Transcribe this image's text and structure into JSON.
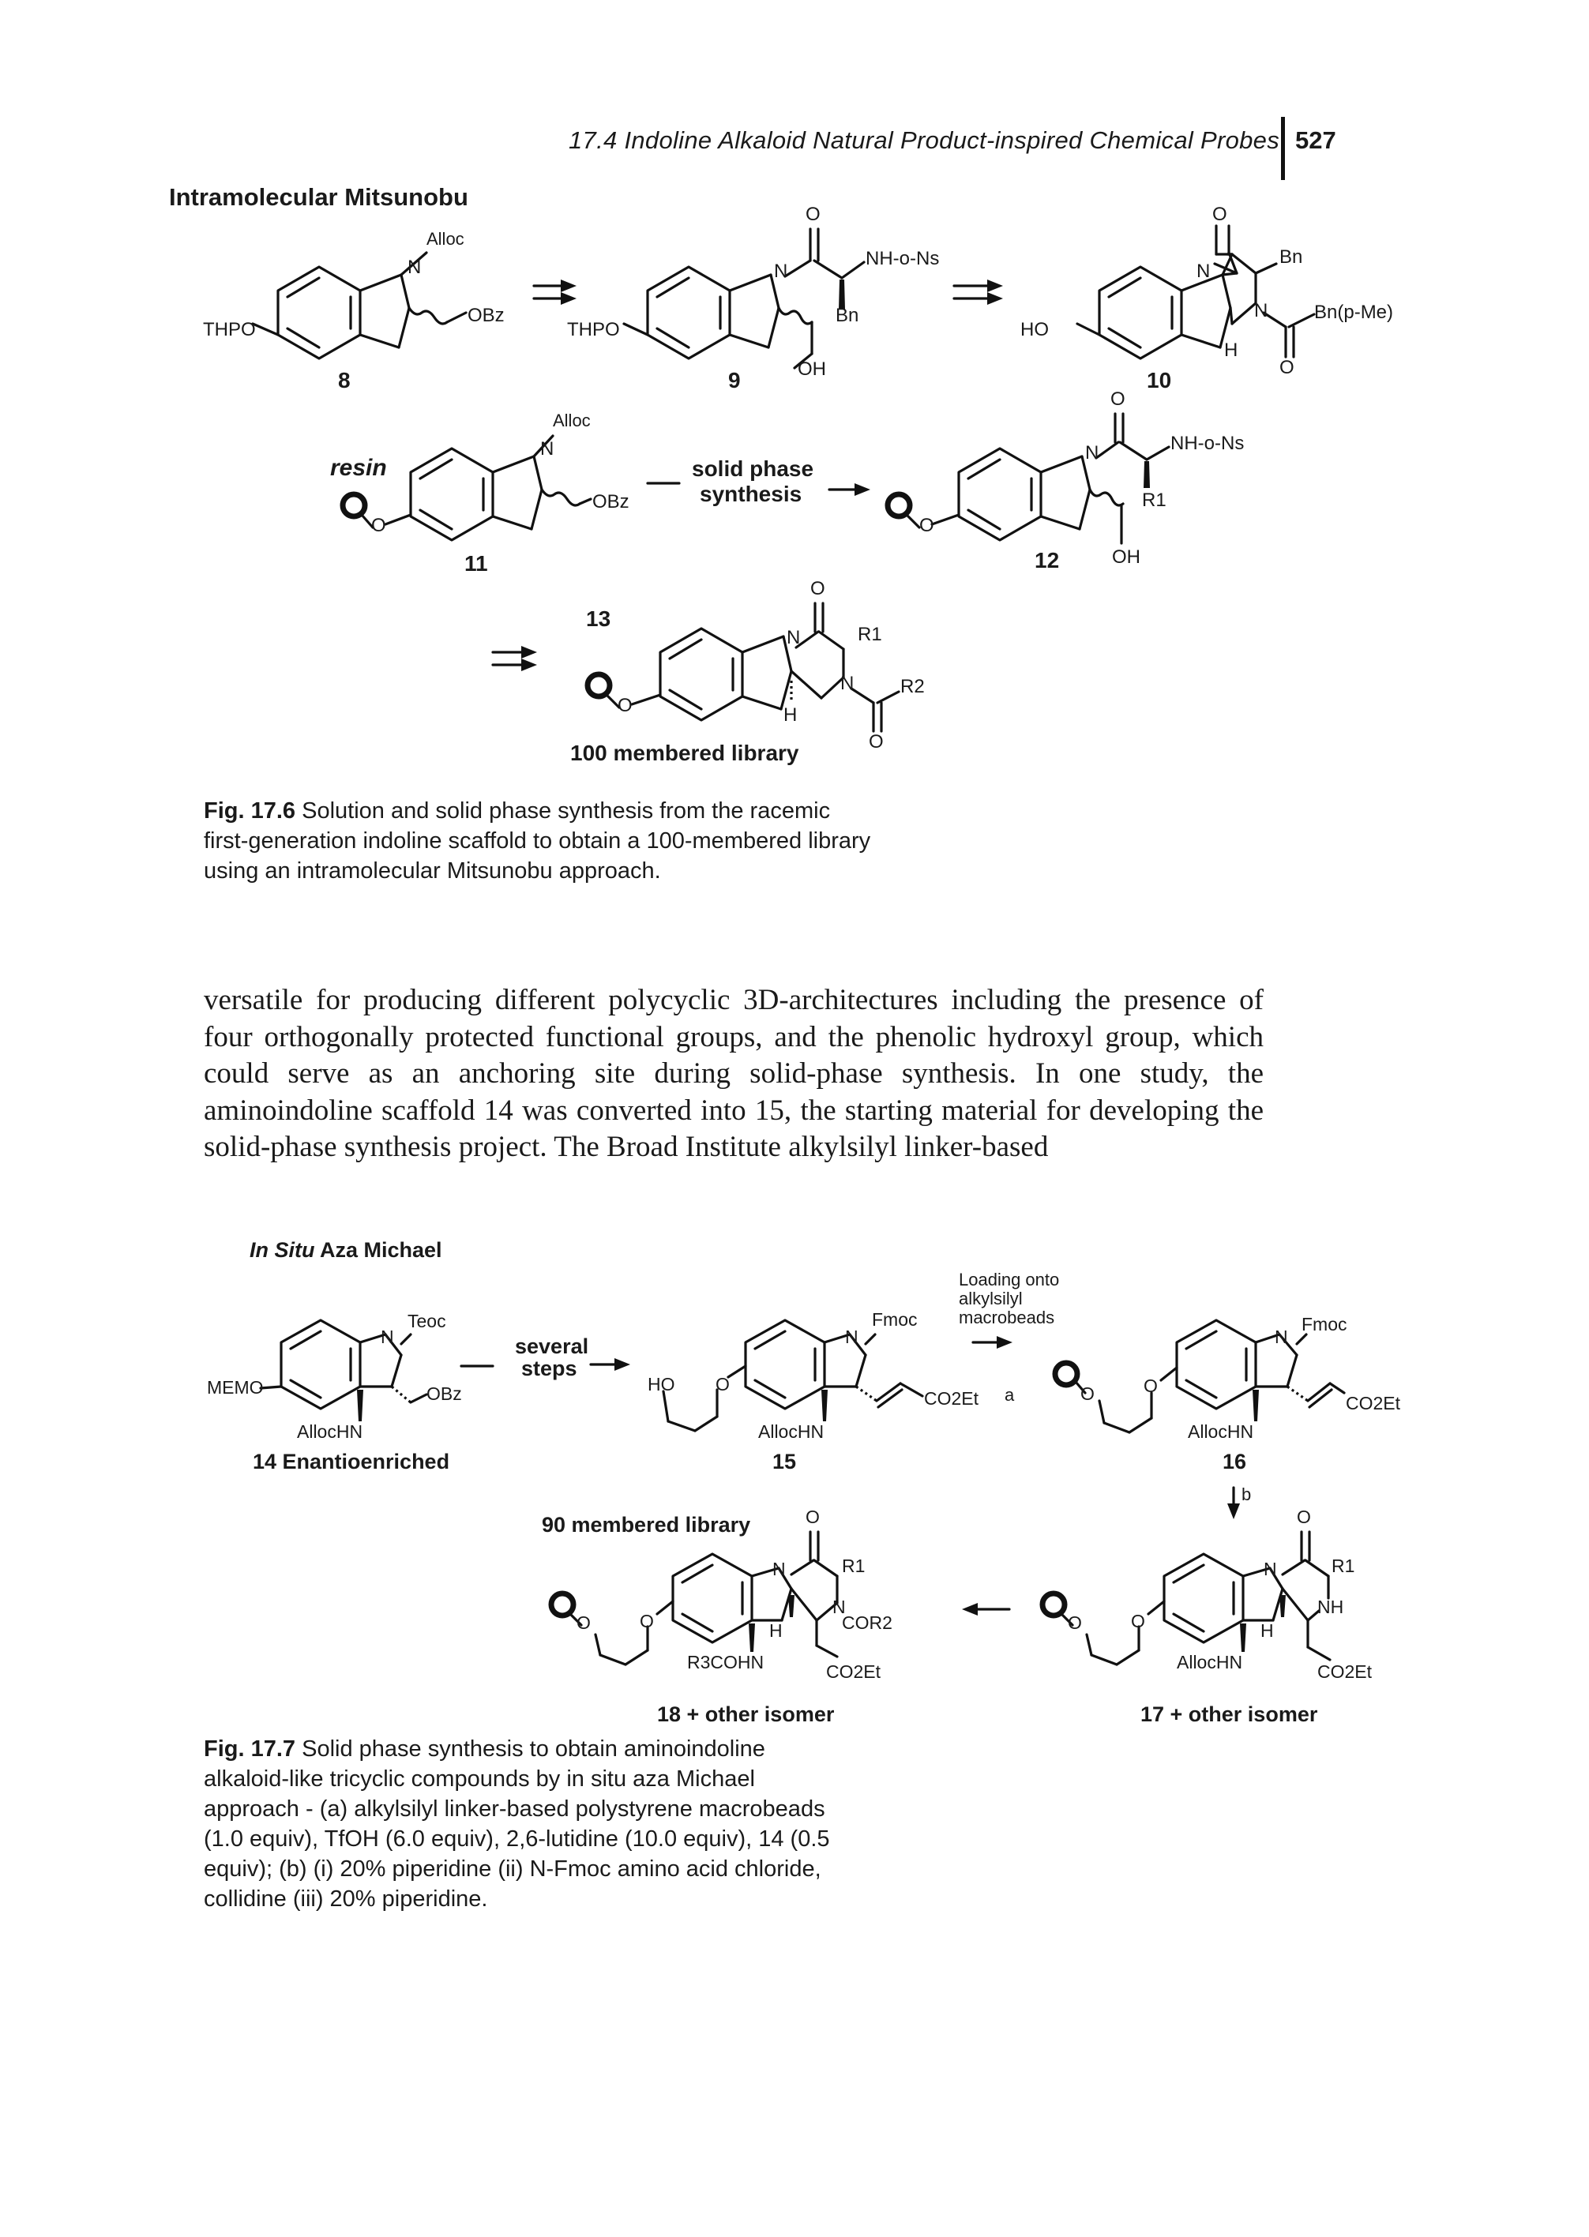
{
  "header": {
    "running_head": "17.4 Indoline Alkaloid Natural Product-inspired Chemical Probes",
    "page_number": "527"
  },
  "figure_17_6": {
    "title": "Intramolecular Mitsunobu",
    "compounds": {
      "c8": {
        "number": "8",
        "labels": {
          "thpo": "THPO",
          "alloc": "Alloc",
          "n": "N",
          "obz": "OBz"
        }
      },
      "c9": {
        "number": "9",
        "labels": {
          "thpo": "THPO",
          "n": "N",
          "o": "O",
          "nhns": "NH-o-Ns",
          "bn": "Bn",
          "oh": "OH"
        }
      },
      "c10": {
        "number": "10",
        "labels": {
          "ho": "HO",
          "n1": "N",
          "n2": "N",
          "o1": "O",
          "o2": "O",
          "bn": "Bn",
          "bnpme": "Bn(p-Me)",
          "h": "H"
        }
      },
      "c11": {
        "number": "11",
        "labels": {
          "resin": "resin",
          "o": "O",
          "alloc": "Alloc",
          "n": "N",
          "obz": "OBz"
        }
      },
      "c12": {
        "number": "12",
        "labels": {
          "o": "O",
          "n": "N",
          "o2": "O",
          "nhns": "NH-o-Ns",
          "r1": "R1",
          "oh": "OH"
        }
      },
      "c13": {
        "number": "13",
        "labels": {
          "o": "O",
          "n1": "N",
          "n2": "N",
          "o1": "O",
          "o2": "O",
          "r1": "R1",
          "r2": "R2",
          "h": "H"
        }
      }
    },
    "solid_phase_label_1": "solid phase",
    "solid_phase_label_2": "synthesis",
    "library_label": "100 membered library",
    "caption_label": "Fig. 17.6",
    "caption_text": "Solution and solid phase synthesis from the racemic first-generation indoline scaffold to obtain a 100-membered library using an intramolecular Mitsunobu approach."
  },
  "body_text": "versatile for producing different polycyclic 3D-architectures including the presence of four orthogonally protected functional groups, and the phenolic hydroxyl group, which could serve as an anchoring site during solid-phase synthesis. In one study, the aminoindoline scaffold 14 was converted into 15, the starting material for developing the solid-phase synthesis project. The Broad Institute alkylsilyl linker-based",
  "figure_17_7": {
    "title_italic": "In Situ",
    "title_rest": " Aza Michael",
    "compounds": {
      "c14": {
        "number": "14 Enantioenriched",
        "labels": {
          "memo": "MEMO",
          "n": "N",
          "teoc": "Teoc",
          "obz": "OBz",
          "allochn": "AllocHN"
        }
      },
      "c15": {
        "number": "15",
        "labels": {
          "ho": "HO",
          "o": "O",
          "n": "N",
          "fmoc": "Fmoc",
          "co2et": "CO2Et",
          "allochn": "AllocHN"
        }
      },
      "c16": {
        "number": "16",
        "labels": {
          "o1": "O",
          "o2": "O",
          "n": "N",
          "fmoc": "Fmoc",
          "co2et": "CO2Et",
          "allochn": "AllocHN"
        }
      },
      "c17": {
        "number": "17 + other isomer",
        "labels": {
          "o1": "O",
          "o2": "O",
          "n": "N",
          "nh": "NH",
          "o3": "O",
          "r1": "R1",
          "h": "H",
          "allochn": "AllocHN",
          "co2et": "CO2Et"
        }
      },
      "c18": {
        "number": "18 + other isomer",
        "labels": {
          "o1": "O",
          "o2": "O",
          "n": "N",
          "n2": "N",
          "cor2": "COR2",
          "o3": "O",
          "r1": "R1",
          "h": "H",
          "r3cohn": "R3COHN",
          "co2et": "CO2Et"
        }
      }
    },
    "several_steps_1": "several",
    "several_steps_2": "steps",
    "loading_1": "Loading onto",
    "loading_2": "alkylsilyl",
    "loading_3": "macrobeads",
    "step_a": "a",
    "step_b": "b",
    "library_label": "90 membered library",
    "caption_label": "Fig. 17.7",
    "caption_text": "Solid phase synthesis to obtain aminoindoline alkaloid-like tricyclic compounds by in situ aza Michael approach - (a) alkylsilyl linker-based polystyrene macrobeads (1.0 equiv), TfOH (6.0 equiv), 2,6-lutidine (10.0 equiv), 14 (0.5 equiv); (b) (i) 20% piperidine (ii) N-Fmoc amino acid chloride, collidine (iii) 20% piperidine."
  }
}
